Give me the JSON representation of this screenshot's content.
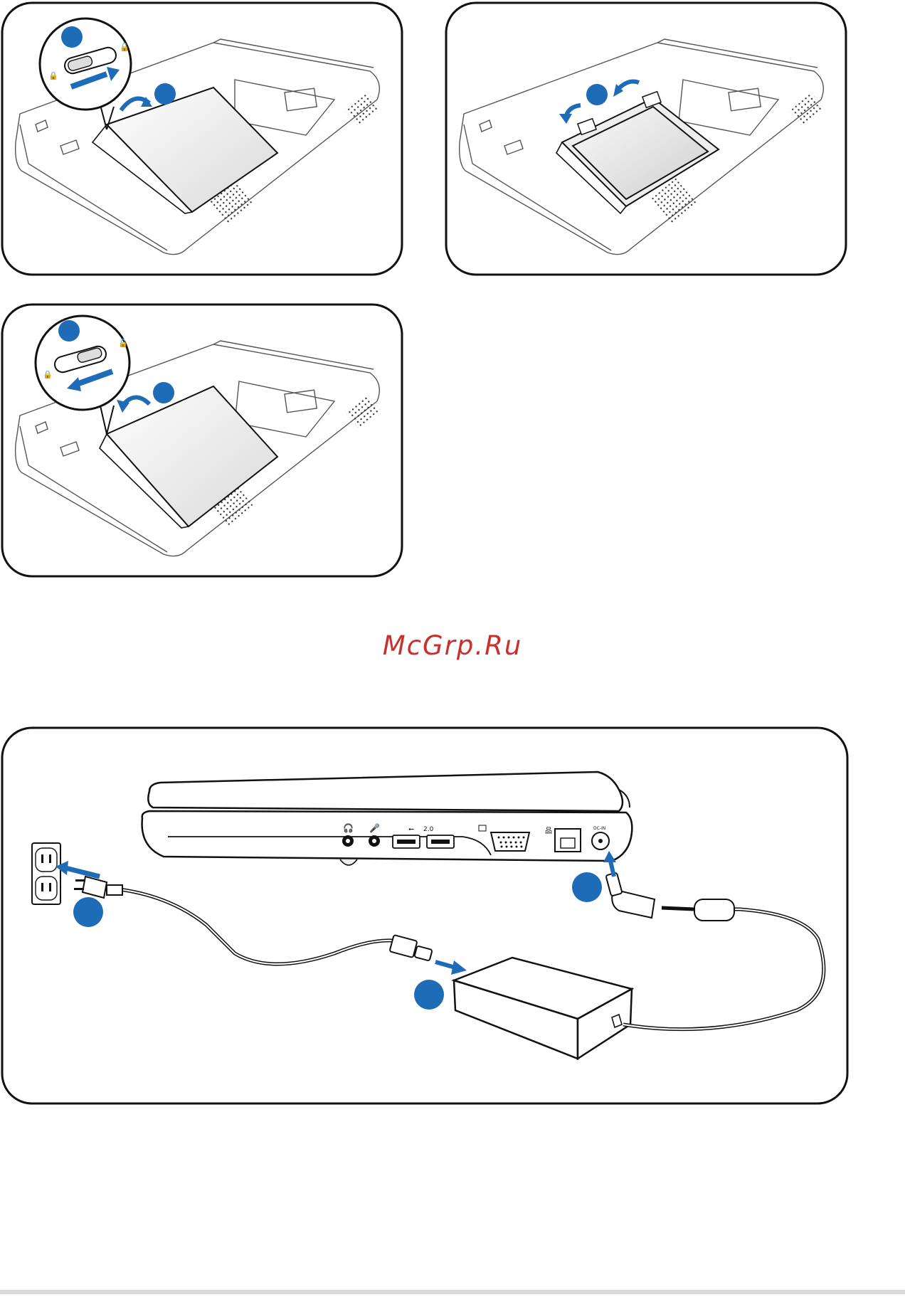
{
  "watermark": "McGrp.Ru",
  "ports": {
    "usb_version": "2.0",
    "dc_label": "DC-IN"
  },
  "colors": {
    "accent": "#1e6bb8",
    "line": "#1a1a1a",
    "watermark": "#c9302c"
  },
  "icons": [
    "lock-icon",
    "unlock-icon",
    "rotate-arrow-icon",
    "headphone-icon",
    "microphone-icon",
    "usb-icon",
    "monitor-icon",
    "network-icon",
    "power-outlet-icon"
  ]
}
